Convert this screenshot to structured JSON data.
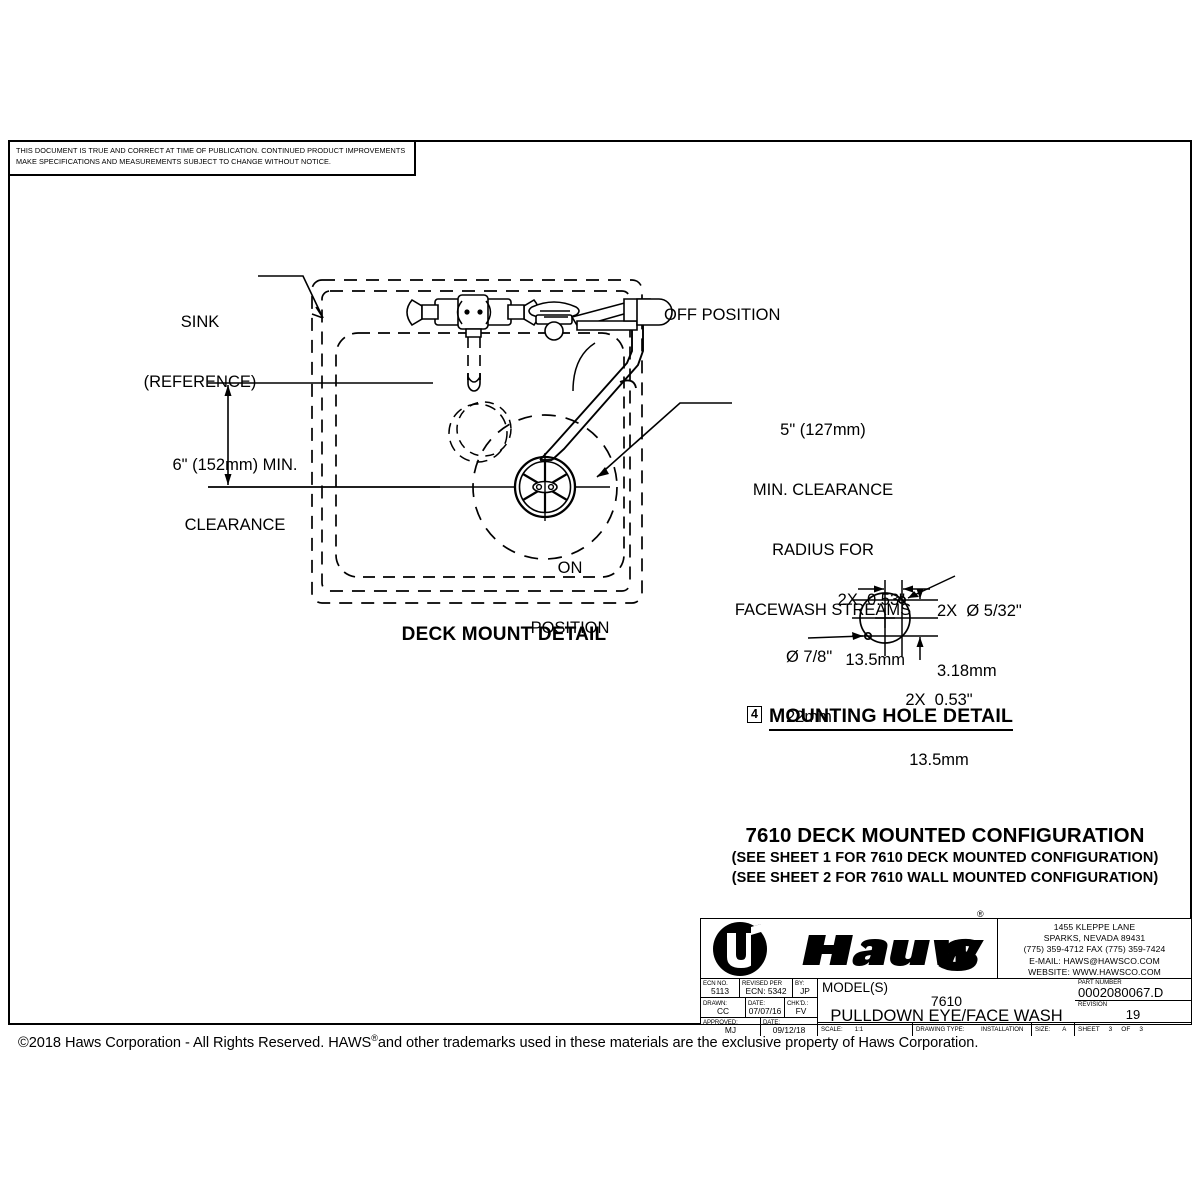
{
  "disclaimer": {
    "line1": "THIS DOCUMENT IS TRUE AND CORRECT AT TIME OF PUBLICATION. CONTINUED PRODUCT IMPROVEMENTS",
    "line2": "MAKE SPECIFICATIONS AND MEASUREMENTS SUBJECT TO CHANGE WITHOUT NOTICE."
  },
  "deck_mount_detail": {
    "title": "DECK MOUNT DETAIL",
    "sink_label_line1": "SINK",
    "sink_label_line2": "(REFERENCE)",
    "clearance_vertical_line1": "6\" (152mm) MIN.",
    "clearance_vertical_line2": "CLEARANCE",
    "off_position": "OFF POSITION",
    "on_position_line1": "ON",
    "on_position_line2": "POSITION",
    "radius_note_line1": "5\" (127mm)",
    "radius_note_line2": "MIN. CLEARANCE",
    "radius_note_line3": "RADIUS FOR",
    "radius_note_line4": "FACEWASH STREAMS"
  },
  "mounting_hole_detail": {
    "callout_number": "4",
    "title": "MOUNTING HOLE DETAIL",
    "dim_top_line1": "2X  0.53\"",
    "dim_top_line2": "13.5mm",
    "dim_right_line1": "2X  Ø 5/32\"",
    "dim_right_line2": "3.18mm",
    "dim_left_line1": "Ø 7/8\"",
    "dim_left_line2": "22mm",
    "dim_bottom_line1": "2X  0.53\"",
    "dim_bottom_line2": "13.5mm"
  },
  "configuration": {
    "title": "7610 DECK MOUNTED CONFIGURATION",
    "note1": "(SEE SHEET 1 FOR 7610 DECK MOUNTED CONFIGURATION)",
    "note2": "(SEE SHEET 2 FOR 7610 WALL MOUNTED CONFIGURATION)"
  },
  "title_block": {
    "brand": "Haws",
    "registered_mark": "®",
    "address": {
      "line1": "1455 KLEPPE LANE",
      "line2": "SPARKS, NEVADA  89431",
      "line3": "(775) 359-4712  FAX (775) 359-7424",
      "line4": "E-MAIL:  HAWS@HAWSCO.COM",
      "line5": "WEBSITE: WWW.HAWSCO.COM"
    },
    "ecn_no_key": "ECN NO.",
    "ecn_no_value": "5113",
    "revised_per_key": "REVISED PER",
    "revised_per_value": "ECN: 5342",
    "by_key": "BY:",
    "by_value": "JP",
    "drawn_key": "DRAWN:",
    "drawn_value": "CC",
    "drawn_date_key": "DATE:",
    "drawn_date_value": "07/07/16",
    "chkd_key": "CHK'D.:",
    "chkd_value": "FV",
    "approved_key": "APPROVED:",
    "approved_value": "MJ",
    "approved_date_key": "DATE:",
    "approved_date_value": "09/12/18",
    "models_key": "MODEL(S)",
    "model_number": "7610",
    "model_description": "PULLDOWN EYE/FACE WASH",
    "scale_key": "SCALE:",
    "scale_value": "1:1",
    "drawing_type_key": "DRAWING TYPE:",
    "drawing_type_value": "INSTALLATION",
    "size_key": "SIZE:",
    "size_value": "A",
    "part_number_key": "PART NUMBER",
    "part_number_value": "0002080067.D",
    "revision_key": "REVISION",
    "revision_value": "19",
    "sheet_key": "SHEET",
    "sheet_number": "3",
    "sheet_of": "OF",
    "sheet_total": "3"
  },
  "footer": {
    "part1": "©2018 Haws Corporation - All Rights Reserved.  HAWS",
    "sup": "®",
    "part2": "and other trademarks used in these materials are the exclusive property of Haws Corporation."
  }
}
